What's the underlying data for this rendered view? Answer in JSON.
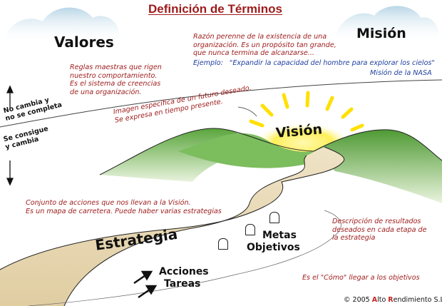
{
  "title": "Definición de Términos",
  "valores": {
    "heading": "Valores",
    "lines": [
      "Reglas maestras que rigen",
      "nuestro comportamiento.",
      "Es el sistema de creencias",
      "de una organización."
    ]
  },
  "mision": {
    "heading": "Misión",
    "lines": [
      "Razón perenne de la existencia de una",
      "organización. Es un propósito tan grande,",
      "que nunca termina de alcanzarse..."
    ],
    "example_label": "Ejemplo:",
    "example_text": "\"Expandir la capacidad del hombre para explorar los cielos\"",
    "example_source": "Misión de la NASA"
  },
  "side_labels": {
    "upper": [
      "No cambia y",
      "no se completa"
    ],
    "lower": [
      "Se consigue",
      "y cambia"
    ]
  },
  "vision": {
    "heading": "Visión",
    "lines": [
      "Imagen específica de un futuro deseado.",
      "Se expresa en tiempo presente."
    ]
  },
  "estrategia": {
    "heading": "Estrategia",
    "lines": [
      "Conjunto de acciones que nos llevan a la Visión.",
      "Es un mapa de carretera. Puede haber varias estrategias"
    ]
  },
  "metas": {
    "heading_line1": "Metas",
    "heading_line2": "Objetivos",
    "lines": [
      "Descripción de resultados",
      "deseados en cada etapa de",
      "la estrategia"
    ]
  },
  "acciones": {
    "heading_line1": "Acciones",
    "heading_line2": "Tareas",
    "note": "Es el \"Cómo\" llegar a los objetivos"
  },
  "copyright": {
    "prefix": "© 2005 ",
    "a": "A",
    "alto": "lto ",
    "r": "R",
    "rest": "endimiento S.L."
  },
  "colors": {
    "title_red": "#9e1b1b",
    "note_red": "#9e1b1b",
    "nasa_blue": "#1f3fa0",
    "mountain_green": "#6ab04c",
    "road_beige": "#e6d5b0",
    "sun_yellow": "#ffe600",
    "cloud_blue": "#cfe3ee"
  },
  "icons": [
    "cloud-icon",
    "sun-icon",
    "mountain-icon",
    "road-icon",
    "milestone-sign-icon",
    "arrow-icon"
  ]
}
